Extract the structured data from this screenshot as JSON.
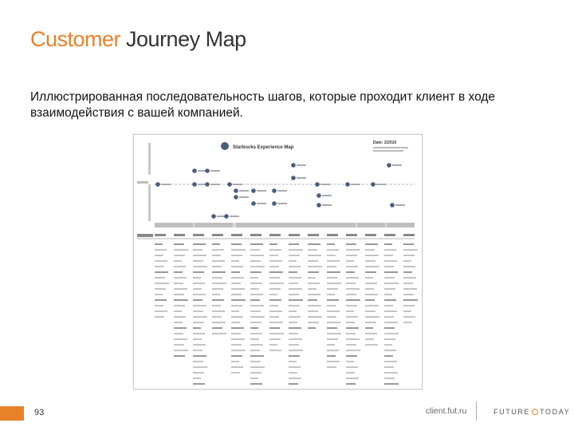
{
  "title": {
    "accent": "Customer",
    "rest": " Journey Map"
  },
  "subtitle": "Иллюстрированная последовательность шагов, которые проходит клиент в ходе взаимодействия с вашей компанией.",
  "image": {
    "map_title": "Starbucks Experience Map",
    "date_label": "Date: 2/2010"
  },
  "footer": {
    "page_number": "93",
    "url": "client.fut.ru",
    "logo": {
      "left": "FUTURE",
      "right": "TODAY"
    }
  },
  "colors": {
    "accent": "#e8822a",
    "node": "#4a5d7d"
  }
}
